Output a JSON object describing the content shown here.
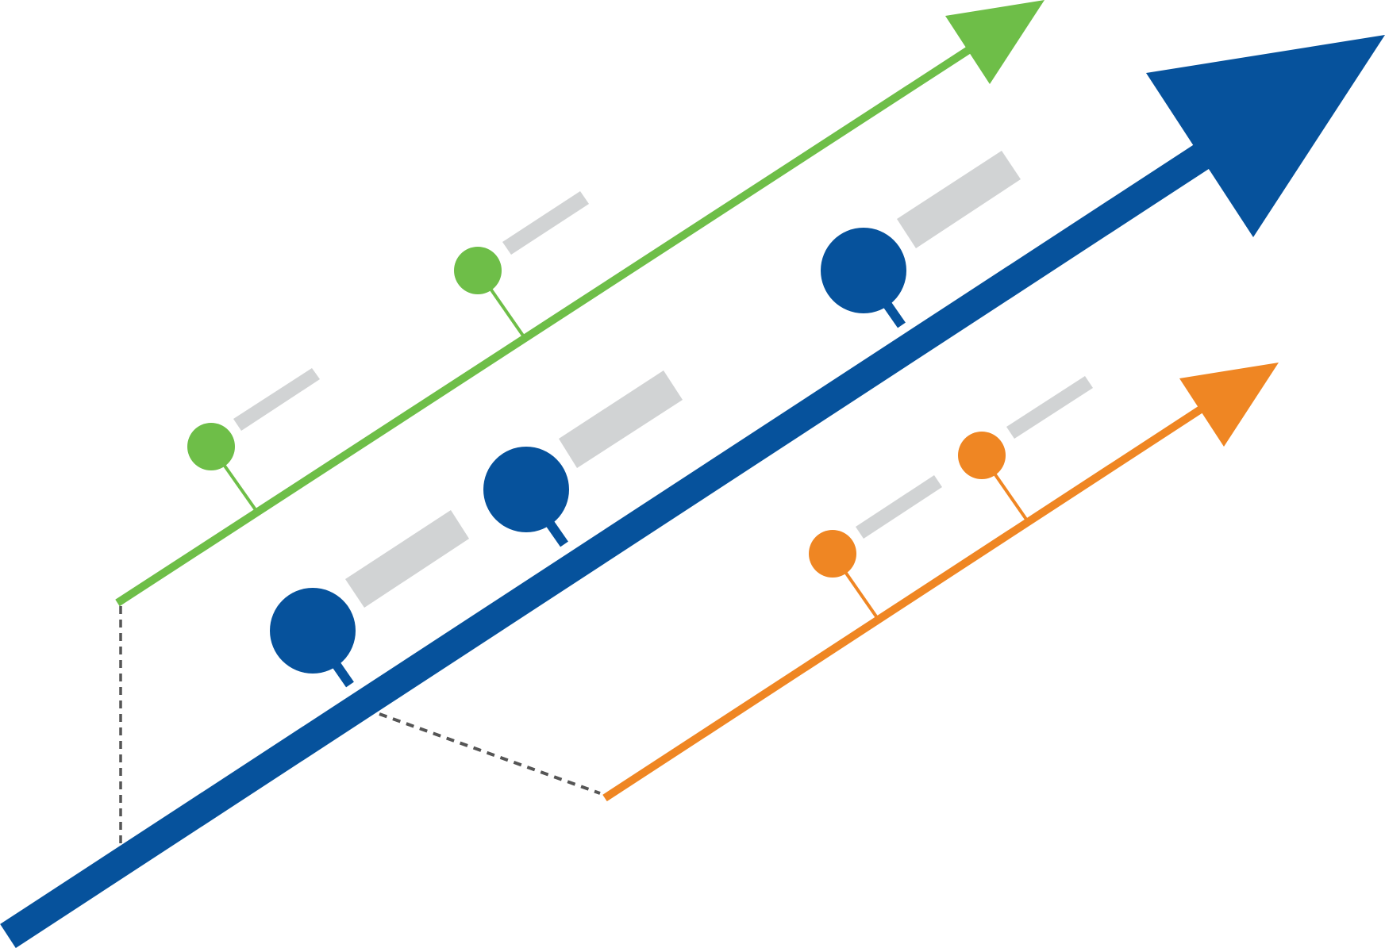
{
  "diagram": {
    "colors": {
      "background": "#ffffff",
      "main_branch": "#06529C",
      "upper_branch": "#6EBE48",
      "lower_branch": "#EF8623",
      "placeholder_label": "#D1D3D4",
      "connector": "#555555"
    },
    "branches": [
      {
        "id": "main-branch",
        "color_key": "main_branch",
        "node_count": 3
      },
      {
        "id": "upper-branch",
        "color_key": "upper_branch",
        "node_count": 2
      },
      {
        "id": "lower-branch",
        "color_key": "lower_branch",
        "node_count": 2
      }
    ],
    "connectors": [
      {
        "from": "upper-branch",
        "to": "main-branch",
        "style": "dashed"
      },
      {
        "from": "main-branch",
        "to": "lower-branch",
        "style": "dashed"
      }
    ]
  }
}
